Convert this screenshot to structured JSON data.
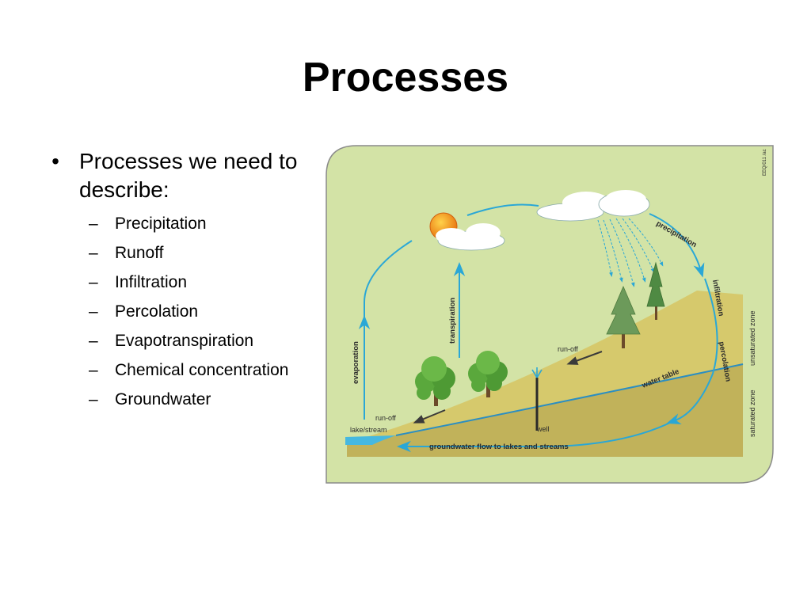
{
  "slide": {
    "title": "Processes",
    "bullet": "Processes we need to describe:",
    "sub_items": [
      "Precipitation",
      "Runoff",
      "Infiltration",
      "Percolation",
      "Evapotranspiration",
      "Chemical concentration",
      "Groundwater"
    ]
  },
  "diagram": {
    "labels": {
      "precipitation": "precipitation",
      "infiltration": "infiltration",
      "percolation": "percolation",
      "unsaturated_zone": "unsaturated zone",
      "saturated_zone": "saturated zone",
      "water_table": "water table",
      "runoff_upper": "run-off",
      "runoff_lower": "run-off",
      "lake_stream": "lake/stream",
      "well": "well",
      "groundwater_flow": "groundwater flow to lakes and streams",
      "evaporation": "evaporation",
      "transpiration": "transpiration",
      "credit": "EEQ/011 /ac"
    },
    "colors": {
      "background": "#d3e3a6",
      "border": "#8a8a8a",
      "soil_upper": "#d6c96c",
      "soil_lower": "#c1b25a",
      "water": "#46b8e0",
      "arrow": "#2aa7d6",
      "cloud": "#ffffff",
      "sun": "#f08a1a",
      "tree_green": "#5aa83c",
      "conifer": "#6c9a5a"
    }
  }
}
